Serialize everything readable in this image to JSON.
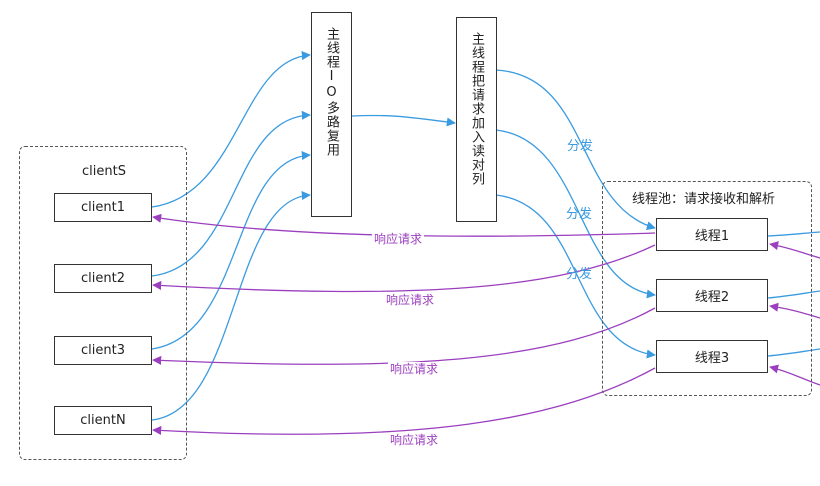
{
  "clients_group": {
    "title": "clientS",
    "items": [
      "client1",
      "client2",
      "client3",
      "clientN"
    ]
  },
  "multiplexer": {
    "label": "主线程IO多路复用"
  },
  "queue": {
    "label": "主线程把请求加入读对列"
  },
  "pool": {
    "title": "线程池：请求接收和解析",
    "threads": [
      "线程1",
      "线程2",
      "线程3"
    ]
  },
  "edge_labels": {
    "dispatch": "分发",
    "response": "响应请求"
  },
  "colors": {
    "request_arrow": "#3a9be0",
    "response_arrow": "#9b3fbf"
  }
}
